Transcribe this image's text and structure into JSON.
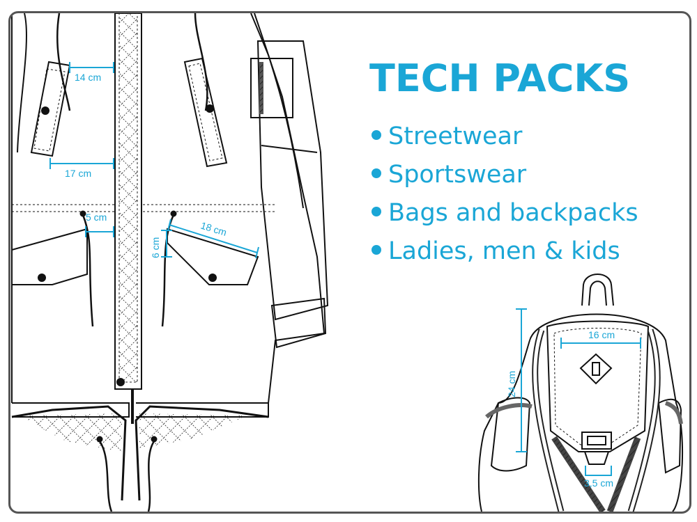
{
  "header": {
    "title": "TECH PACKS"
  },
  "bullets": [
    {
      "label": "Streetwear"
    },
    {
      "label": "Sportswear"
    },
    {
      "label": "Bags and backpacks"
    },
    {
      "label": "Ladies, men & kids"
    }
  ],
  "measurements": {
    "jacket_chest_pocket_width": "14 cm",
    "jacket_chest_pocket_offset": "17 cm",
    "jacket_drawcord_offset": "5 cm",
    "jacket_pocket_height": "6 cm",
    "jacket_pocket_width": "18 cm",
    "backpack_top_width": "16 cm",
    "backpack_height": "24 cm",
    "backpack_buckle_width": "3,5 cm"
  },
  "colors": {
    "accent": "#1aa6d6",
    "line": "#111111",
    "frame": "#555555"
  }
}
